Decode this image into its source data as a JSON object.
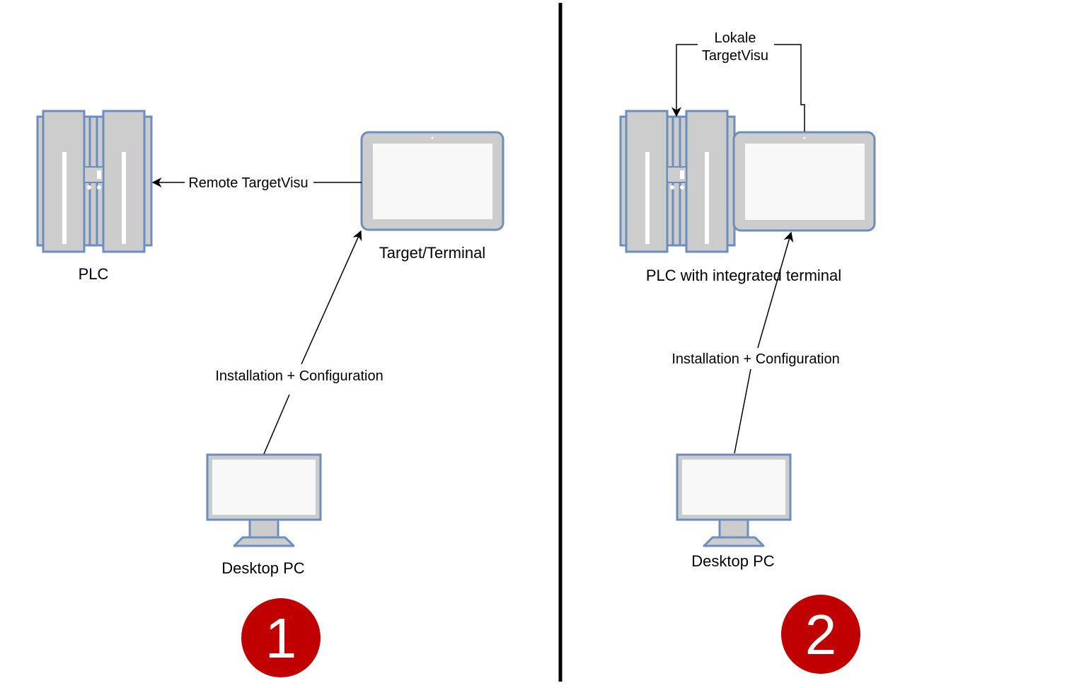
{
  "colors": {
    "device_stroke": "#6c8ebf",
    "device_fill": "#cccccc",
    "screen_fill": "#f8f8f8",
    "badge_fill": "#c00000",
    "line": "#000000"
  },
  "scenario1": {
    "plc_label": "PLC",
    "terminal_label": "Target/Terminal",
    "desktop_label": "Desktop PC",
    "remote_edge_label": "Remote TargetVisu",
    "install_edge_label": "Installation + Configuration",
    "badge": "1"
  },
  "scenario2": {
    "plc_label": "PLC with integrated terminal",
    "desktop_label": "Desktop PC",
    "local_edge_label_line1": "Lokale",
    "local_edge_label_line2": "TargetVisu",
    "install_edge_label": "Installation + Configuration",
    "badge": "2"
  }
}
